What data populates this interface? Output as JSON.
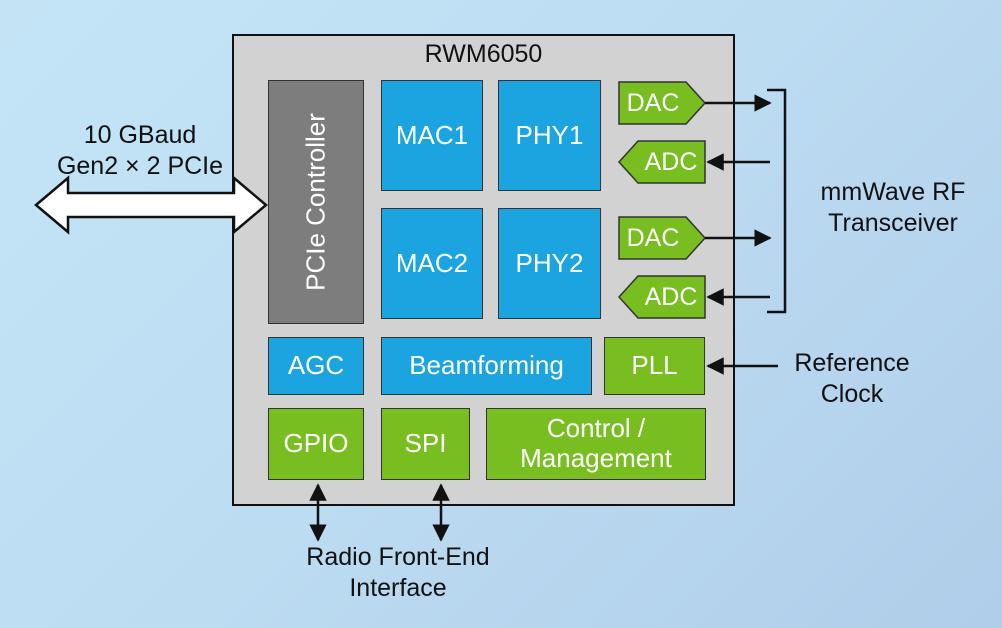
{
  "chip": {
    "title": "RWM6050"
  },
  "blocks": {
    "pcie_controller": "PCIe Controller",
    "mac1": "MAC1",
    "phy1": "PHY1",
    "mac2": "MAC2",
    "phy2": "PHY2",
    "agc": "AGC",
    "beamforming": "Beamforming",
    "pll": "PLL",
    "gpio": "GPIO",
    "spi": "SPI",
    "control_line1": "Control /",
    "control_line2": "Management"
  },
  "converters": {
    "dac1": "DAC",
    "adc1": "ADC",
    "dac2": "DAC",
    "adc2": "ADC"
  },
  "external": {
    "pcie_line1": "10 GBaud",
    "pcie_line2": "Gen2 × 2 PCIe",
    "rf_line1": "mmWave RF",
    "rf_line2": "Transceiver",
    "ref_line1": "Reference",
    "ref_line2": "Clock",
    "rfe_line1": "Radio Front-End",
    "rfe_line2": "Interface"
  },
  "colors": {
    "blue_block": "#1ca4e0",
    "green_block": "#78be20",
    "gray_block": "#7d7d7d",
    "chip_background": "#d2d2d2"
  }
}
